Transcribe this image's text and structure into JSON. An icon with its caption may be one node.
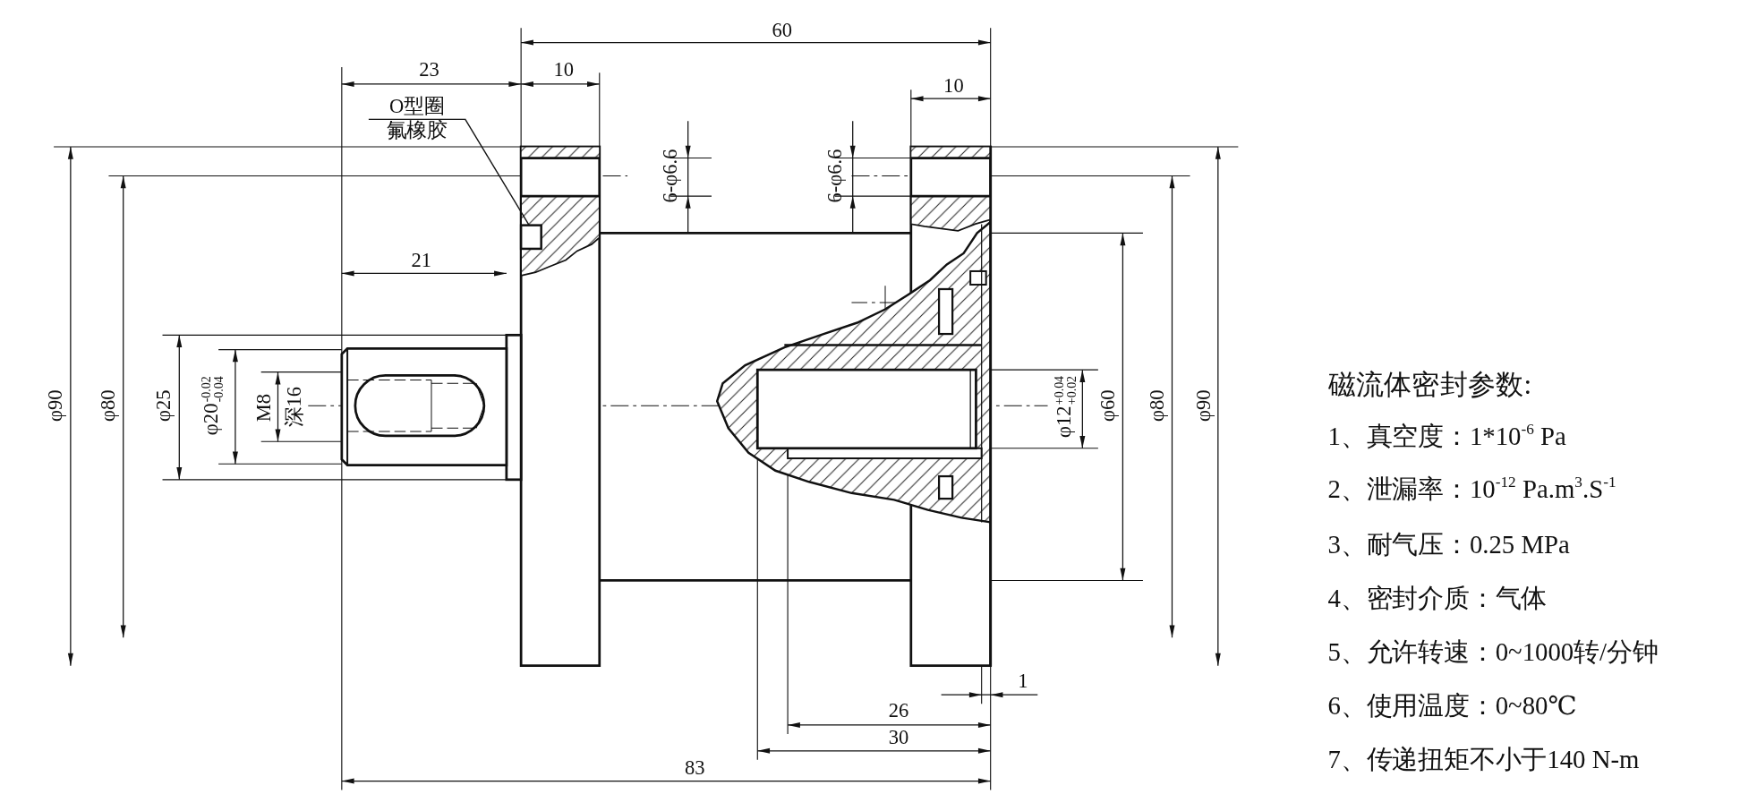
{
  "diagram": {
    "nodes": [
      {
        "text": [
          "O型圈",
          "氟橡胶"
        ]
      },
      {
        "text": [],
        "shape": "box"
      }
    ],
    "edges": [
      {
        "from": 0,
        "to": 1,
        "arrow": "none"
      }
    ],
    "labels": [
      "60",
      "23",
      "10",
      "10",
      "21",
      "φ90",
      "φ80",
      "φ25",
      "φ20$^{-0.02}$$_{-0.04}$",
      "M8",
      "深16",
      "6-φ6.6",
      "6-φ6.6",
      "φ12$^{+0.04}$$_{+0.02}$",
      "φ60",
      "φ80",
      "φ90",
      "1",
      "26",
      "30",
      "83",
      "磁流体密封参数:",
      "1、真空度：1*10$^{-6}$ Pa",
      "2、泄漏率：10$^{-12}$ Pa.m$^{3}$.S$^{-1}$",
      "3、耐气压：0.25 MPa",
      "4、密封介质：气体",
      "5、允许转速：0~1000转/分钟",
      "6、使用温度：0~80℃",
      "7、传递扭矩不小于140 N-m"
    ]
  }
}
